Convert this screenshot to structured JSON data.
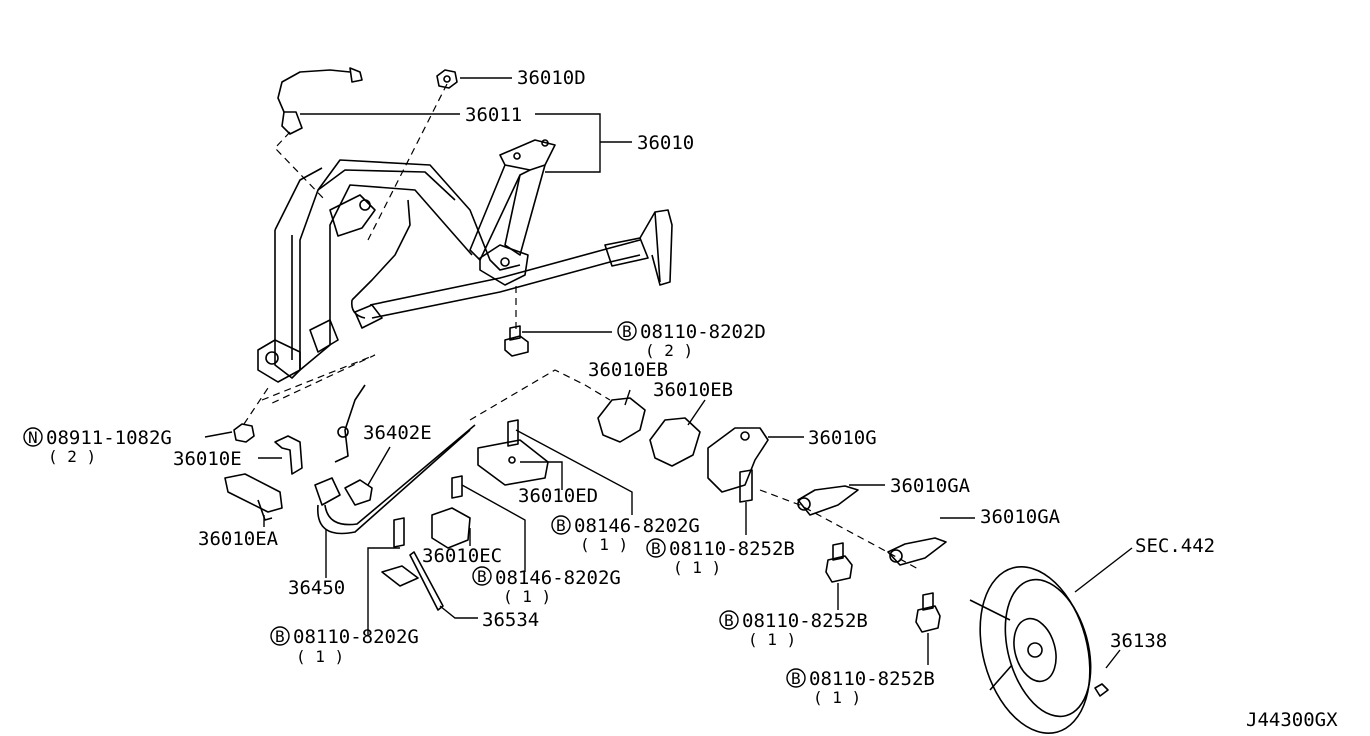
{
  "diagram_id": "J44300GX",
  "callouts": {
    "c36010D": "36010D",
    "c36011": "36011",
    "c36010": "36010",
    "c08110_8202D": "08110-8202D",
    "c08110_8202D_qty": "( 2 )",
    "c36010EB_1": "36010EB",
    "c36010EB_2": "36010EB",
    "c08911_1082G": "08911-1082G",
    "c08911_1082G_qty": "( 2 )",
    "c36402E": "36402E",
    "c36010E": "36010E",
    "c36010G": "36010G",
    "c36010ED": "36010ED",
    "c08146_8202G_a": "08146-8202G",
    "c08146_8202G_a_qty": "( 1 )",
    "c36010GA_1": "36010GA",
    "c36010GA_2": "36010GA",
    "c36010EA": "36010EA",
    "c08110_8252B_a": "08110-8252B",
    "c08110_8252B_a_qty": "( 1 )",
    "c36010EC": "36010EC",
    "sec442": "SEC.442",
    "c36450": "36450",
    "c08146_8202G_b": "08146-8202G",
    "c08146_8202G_b_qty": "( 1 )",
    "c36534": "36534",
    "c08110_8252B_b": "08110-8252B",
    "c08110_8252B_b_qty": "( 1 )",
    "c08110_8202G": "08110-8202G",
    "c08110_8202G_qty": "( 1 )",
    "c36138": "36138",
    "c08110_8252B_c": "08110-8252B",
    "c08110_8252B_c_qty": "( 1 )"
  },
  "prefix_markers": {
    "bolt": "B",
    "nut": "N"
  }
}
